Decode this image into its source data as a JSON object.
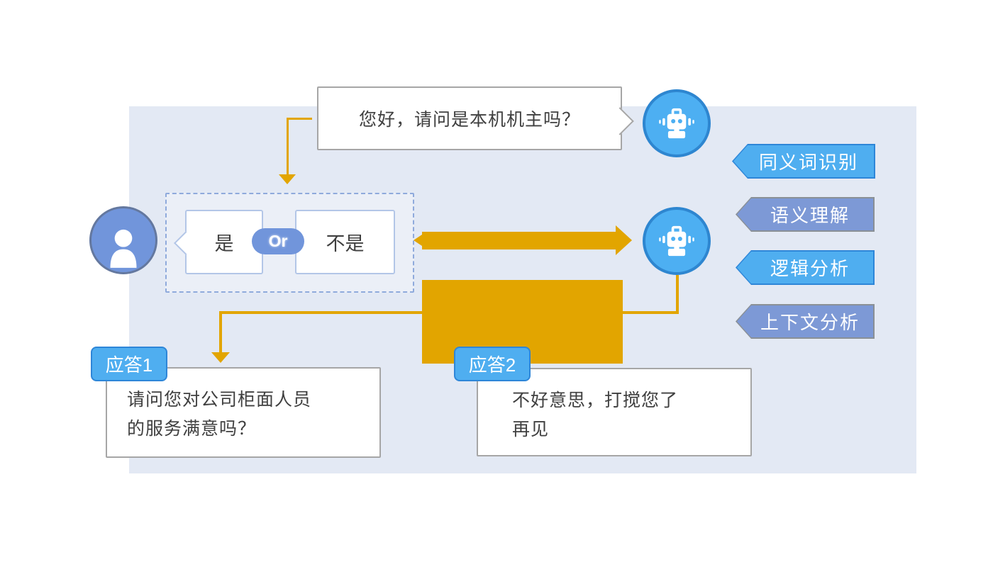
{
  "bot_question": {
    "text": "您好，请问是本机机主吗？"
  },
  "options": {
    "yes": "是",
    "or_label": "Or",
    "no": "不是"
  },
  "features": [
    {
      "text": "同义词识别",
      "variant": "light"
    },
    {
      "text": "语义理解",
      "variant": "dark"
    },
    {
      "text": "逻辑分析",
      "variant": "light"
    },
    {
      "text": "上下文分析",
      "variant": "dark"
    }
  ],
  "responses": [
    {
      "tag": "应答1",
      "lines": [
        "请问您对公司柜面人员",
        "的服务满意吗？"
      ]
    },
    {
      "tag": "应答2",
      "lines": [
        "不好意思，打搅您了",
        "再见"
      ]
    }
  ],
  "icons": {
    "robot": "robot-icon",
    "user": "user-icon"
  },
  "colors": {
    "panel_bg": "#E3E9F4",
    "accent_orange": "#E2A500",
    "bubble_border": "#A6A6A6",
    "light_blue": "#4FAEF0",
    "light_blue_border": "#2E86D8",
    "periwinkle": "#7D99D6",
    "periwinkle_border": "#8A9096",
    "avatar_blue": "#7195DB",
    "robot_blue": "#4DAFF2",
    "option_border": "#B3C6E7",
    "dashed_border": "#8FAADC",
    "text": "#3F3F3F"
  }
}
